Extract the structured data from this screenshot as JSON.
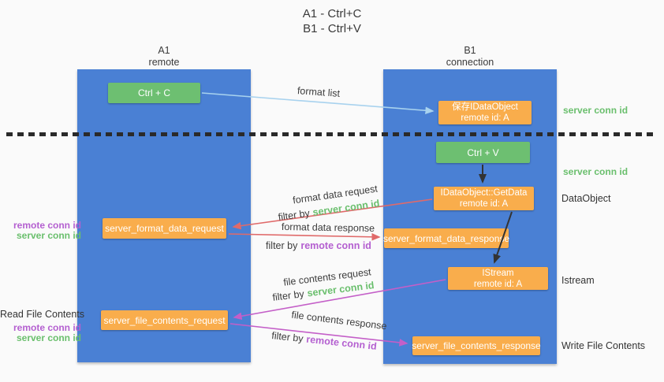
{
  "title": {
    "line1": "A1 - Ctrl+C",
    "line2": "B1 - Ctrl+V"
  },
  "columns": {
    "left": {
      "name": "A1",
      "subtitle": "remote"
    },
    "right": {
      "name": "B1",
      "subtitle": "connection"
    }
  },
  "nodes": {
    "ctrl_c": {
      "label": "Ctrl + C"
    },
    "save_idataobject": {
      "line1": "保存IDataObject",
      "line2": "remote id: A"
    },
    "ctrl_v": {
      "label": "Ctrl + V"
    },
    "idataobject_getdata": {
      "line1": "IDataObject::GetData",
      "line2": "remote id: A"
    },
    "server_format_data_request": {
      "label": "server_format_data_request"
    },
    "server_format_data_response": {
      "label": "server_format_data_response"
    },
    "istream": {
      "line1": "IStream",
      "line2": "remote id: A"
    },
    "server_file_contents_request": {
      "label": "server_file_contents_request"
    },
    "server_file_contents_response": {
      "label": "server_file_contents_response"
    }
  },
  "arrow_labels": {
    "format_list": "format list",
    "format_data_request": "format data request",
    "format_data_response": "format data response",
    "file_contents_request": "file contents request",
    "file_contents_response": "file contents response",
    "filter_by": "filter by",
    "server_conn_id": "server conn id",
    "remote_conn_id": "remote conn id"
  },
  "annotations": {
    "right": {
      "server_conn_id_top": "server conn id",
      "server_conn_id_mid": "server conn id",
      "dataobject": "DataObject",
      "istream": "Istream",
      "write_file_contents": "Write File Contents"
    },
    "left": {
      "remote_conn_id": "remote conn id",
      "server_conn_id": "server conn id",
      "read_file_contents": "Read File Contents"
    }
  },
  "colors": {
    "column_blue": "#4a80d4",
    "box_orange": "#f9ad4c",
    "box_green": "#6dbf71",
    "green_text": "#6abf6d",
    "purple_text": "#b45fd0",
    "red_arrow": "#e06a6a",
    "light_blue_arrow": "#a8d2ee",
    "magenta_arrow": "#c45fc8",
    "black_arrow": "#333333"
  }
}
